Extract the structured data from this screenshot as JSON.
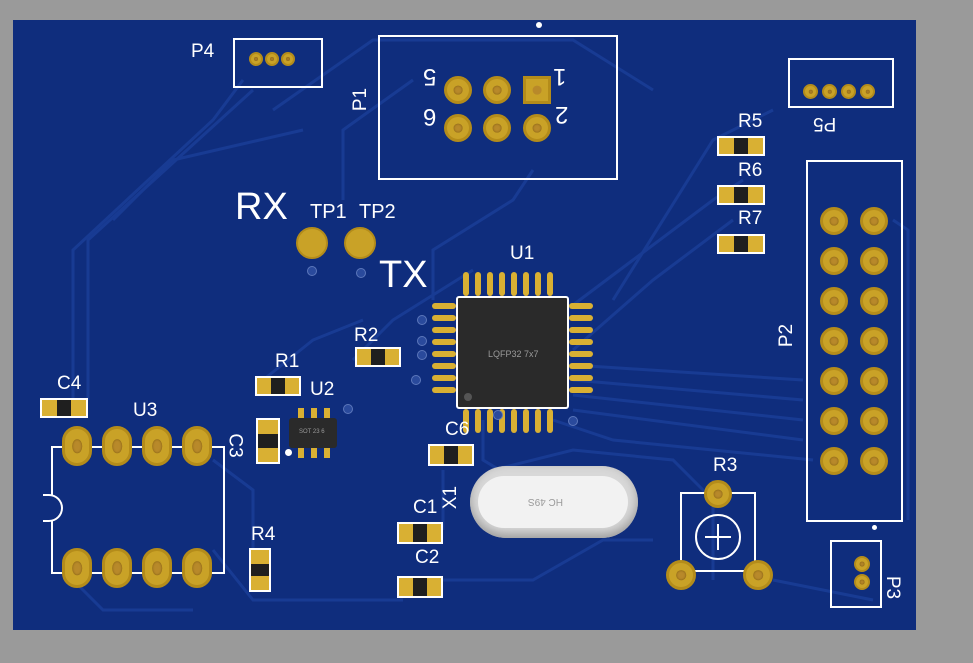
{
  "board": {
    "colors": {
      "substrate": "#0f2d7d",
      "silkscreen": "#ffffff",
      "copper_pad": "#c9a227",
      "background": "#9a9a9a"
    }
  },
  "labels": {
    "p4": "P4",
    "p1": "P1",
    "p5": "P5",
    "p2": "P2",
    "p3": "P3",
    "pin1": "1",
    "pin2": "2",
    "pin5": "5",
    "pin6": "6",
    "r5": "R5",
    "r6": "R6",
    "r7": "R7",
    "rx": "RX",
    "tx": "TX",
    "tp1": "TP1",
    "tp2": "TP2",
    "u1": "U1",
    "u2": "U2",
    "u3": "U3",
    "r1": "R1",
    "r2": "R2",
    "r3": "R3",
    "r4": "R4",
    "c1": "C1",
    "c2": "C2",
    "c3": "C3",
    "c4": "C4",
    "c6": "C6",
    "x1": "X1",
    "u1_marking": "LQFP32 7x7",
    "u2_marking": "SOT 23 6",
    "x1_marking": "HC 49S"
  }
}
